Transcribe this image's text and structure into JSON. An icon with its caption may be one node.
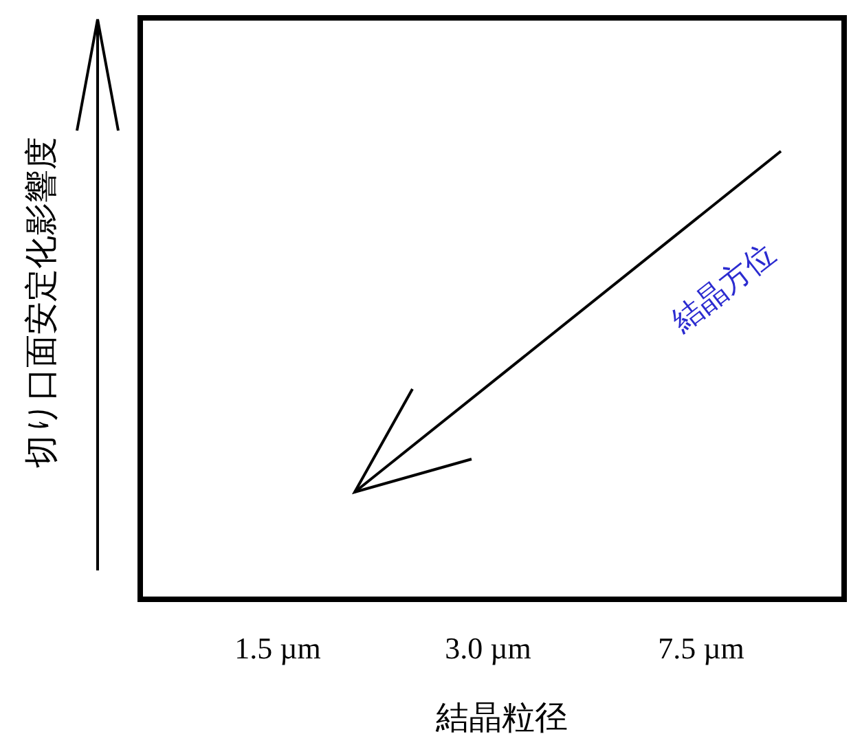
{
  "diagram": {
    "labels": [
      "切り口面安定化影響度",
      "結晶方位",
      "1.5 µm",
      "3.0 µm",
      "7.5 µm",
      "結晶粒径"
    ]
  }
}
